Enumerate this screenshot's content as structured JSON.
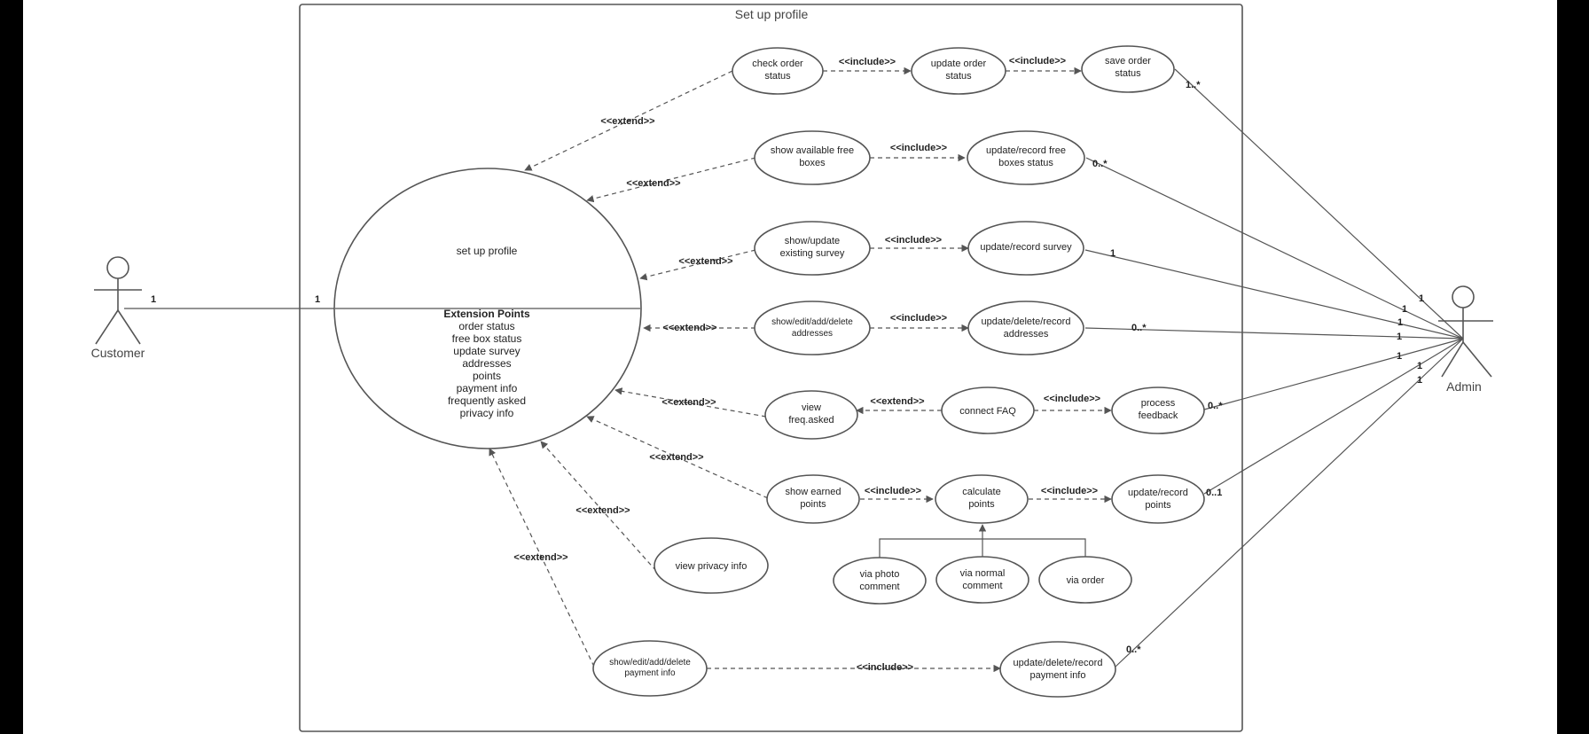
{
  "system": {
    "title": "Set up profile"
  },
  "actors": {
    "customer": "Customer",
    "admin": "Admin"
  },
  "main_use_case": {
    "title": "set up profile",
    "ext_header": "Extension Points",
    "ext_points": [
      "order status",
      "free box status",
      "update survey",
      "addresses",
      "points",
      "payment info",
      "frequently asked",
      "privacy info"
    ]
  },
  "use_cases": {
    "check_order": [
      "check order",
      "status"
    ],
    "update_order": [
      "update order",
      "status"
    ],
    "save_order": [
      "save order",
      "status"
    ],
    "show_free": [
      "show available free",
      "boxes"
    ],
    "update_free": [
      "update/record free",
      "boxes status"
    ],
    "show_survey": [
      "show/update",
      "existing survey"
    ],
    "update_survey": [
      "update/record survey"
    ],
    "show_addr": [
      "show/edit/add/delete",
      "addresses"
    ],
    "update_addr": [
      "update/delete/record",
      "addresses"
    ],
    "view_faq": [
      "view",
      "freq.asked"
    ],
    "connect_faq": [
      "connect FAQ"
    ],
    "process_fb": [
      "process",
      "feedback"
    ],
    "show_points": [
      "show earned",
      "points"
    ],
    "calc_points": [
      "calculate",
      "points"
    ],
    "update_points": [
      "update/record",
      "points"
    ],
    "via_photo": [
      "via photo",
      "comment"
    ],
    "via_normal": [
      "via normal",
      "comment"
    ],
    "via_order": [
      "via order"
    ],
    "view_privacy": [
      "view privacy info"
    ],
    "show_pay": [
      "show/edit/add/delete",
      "payment info"
    ],
    "update_pay": [
      "update/delete/record",
      "payment info"
    ]
  },
  "relations": {
    "extend": "<<extend>>",
    "include": "<<include>>"
  },
  "multiplicity": {
    "customer_end": "1",
    "profile_end": "1",
    "save_order": "1..*",
    "update_free": "0..*",
    "update_survey": "1",
    "update_addr": "0..*",
    "process_fb": "0..*",
    "update_points": "0..1",
    "update_pay": "0..*",
    "admin_ends": [
      "1",
      "1",
      "1",
      "1",
      "1",
      "1",
      "1"
    ]
  },
  "colors": {
    "background": "#000000",
    "panel": "#ffffff",
    "stroke": "#555555",
    "text": "#222222"
  }
}
